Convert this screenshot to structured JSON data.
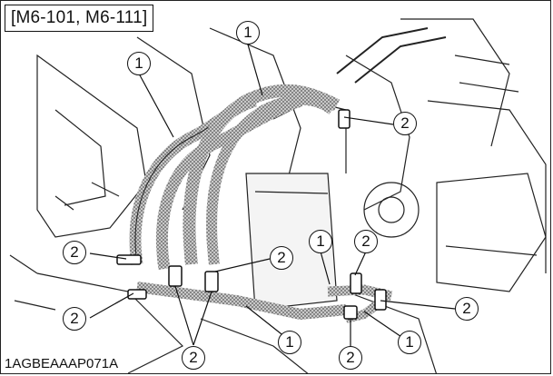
{
  "header": {
    "models": "[M6-101, M6-111]"
  },
  "figure": {
    "code": "1AGBEAAAP071A"
  },
  "callouts": {
    "hose": "1",
    "clamp": "2"
  },
  "colors": {
    "line": "#111111",
    "hose_fill": "#9a9a9a",
    "background": "#ffffff"
  }
}
